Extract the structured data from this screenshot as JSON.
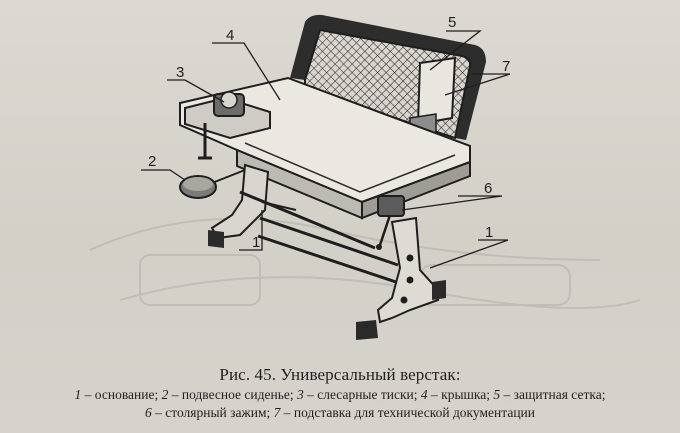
{
  "figure": {
    "labels": [
      {
        "id": "1a",
        "text": "1"
      },
      {
        "id": "1b",
        "text": "1"
      },
      {
        "id": "2",
        "text": "2"
      },
      {
        "id": "3",
        "text": "3"
      },
      {
        "id": "4",
        "text": "4"
      },
      {
        "id": "5",
        "text": "5"
      },
      {
        "id": "6",
        "text": "6"
      },
      {
        "id": "7",
        "text": "7"
      }
    ]
  },
  "caption": {
    "title": "Рис. 45. Универсальный верстак:",
    "legend": [
      {
        "num": "1",
        "text": " – основание; "
      },
      {
        "num": "2",
        "text": " – подвесное сиденье; "
      },
      {
        "num": "3",
        "text": " – слесарные тиски; "
      },
      {
        "num": "4",
        "text": " – крышка; "
      },
      {
        "num": "5",
        "text": " – защитная сетка;"
      },
      {
        "num": "6",
        "text": " – столярный зажим; "
      },
      {
        "num": "7",
        "text": " – подставка для технической документации"
      }
    ]
  }
}
